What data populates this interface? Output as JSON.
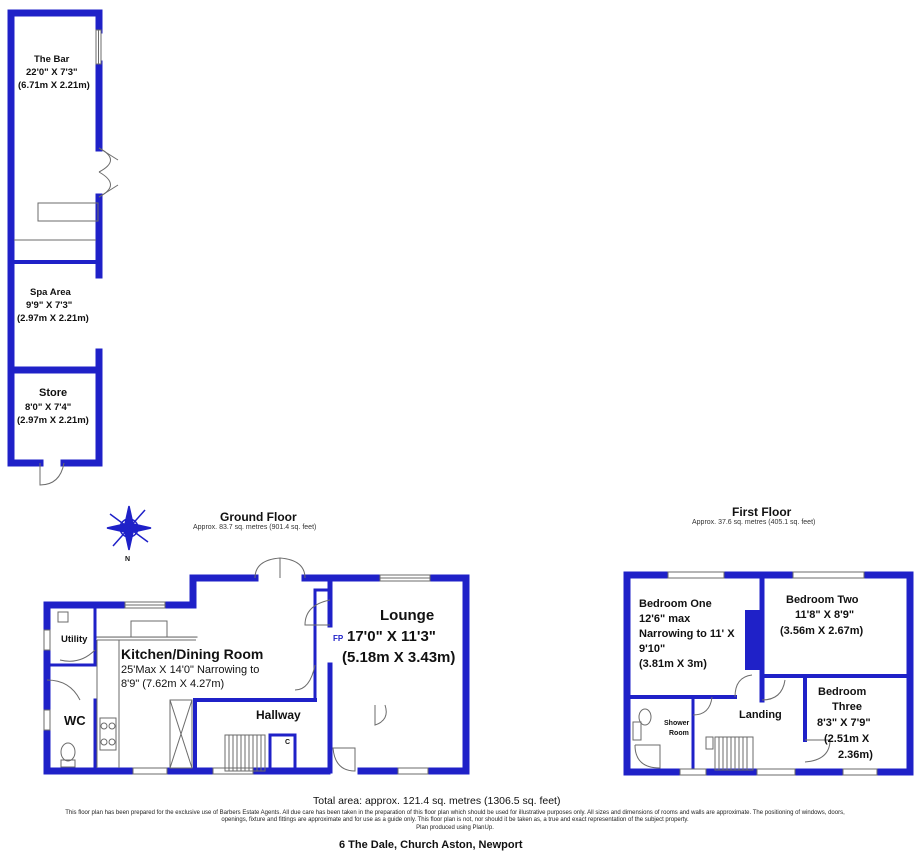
{
  "outbuilding": {
    "bar": {
      "name": "The Bar",
      "imperial": "22'0\" X 7'3\"",
      "metric": "(6.71m X 2.21m)"
    },
    "spa": {
      "name": "Spa Area",
      "imperial": "9'9\" X 7'3\"",
      "metric": "(2.97m X 2.21m)"
    },
    "store": {
      "name": "Store",
      "imperial": "8'0\" X 7'4\"",
      "metric": "(2.97m X 2.21m)"
    }
  },
  "ground_floor": {
    "title": "Ground Floor",
    "area": "Approx. 83.7 sq. metres (901.4 sq. feet)",
    "compass_label": "N",
    "utility": "Utility",
    "wc": "WC",
    "kitchen": {
      "name": "Kitchen/Dining Room",
      "dims_1": "25'Max X 14'0\" Narrowing to",
      "dims_2": "8'9\" (7.62m X 4.27m)"
    },
    "hallway": "Hallway",
    "cupboard": "C",
    "fireplace": "FP",
    "lounge": {
      "name": "Lounge",
      "imperial": "17'0\" X 11'3\"",
      "metric": "(5.18m X 3.43m)"
    }
  },
  "first_floor": {
    "title": "First Floor",
    "area": "Approx. 37.6 sq. metres (405.1 sq. feet)",
    "bedroom_one": {
      "name": "Bedroom One",
      "line_1": "12'6\" max",
      "line_2": "Narrowing to 11' X",
      "line_3": "9'10\"",
      "line_4": "(3.81m X 3m)"
    },
    "bedroom_two": {
      "name": "Bedroom Two",
      "imperial": "11'8\" X 8'9\"",
      "metric": "(3.56m X 2.67m)"
    },
    "bedroom_three": {
      "name_1": "Bedroom",
      "name_2": "Three",
      "imperial": "8'3\" X 7'9\"",
      "metric_1": "(2.51m X",
      "metric_2": "2.36m)"
    },
    "shower": {
      "line_1": "Shower",
      "line_2": "Room"
    },
    "landing": "Landing"
  },
  "footer": {
    "total_area": "Total area: approx. 121.4 sq. metres (1306.5 sq. feet)",
    "disclaimer": "This floor plan has been prepared for the exclusive use of Barbers Estate Agents. All due care has been taken in the preparation of this floor plan which should be used for illustrative purposes only. All sizes and dimensions of rooms and walls are approximate. The positioning of windows, doors, openings, fixture and fittings are approximate and for use as a guide only. This floor plan is not, nor should it be taken as, a true and exact representation of the subject property.",
    "produced_by": "Plan produced using PlanUp.",
    "address": "6 The Dale, Church Aston, Newport"
  },
  "colors": {
    "wall": "#1f21c8",
    "fixture": "#6b6b6b",
    "window": "#9aa3c8"
  }
}
